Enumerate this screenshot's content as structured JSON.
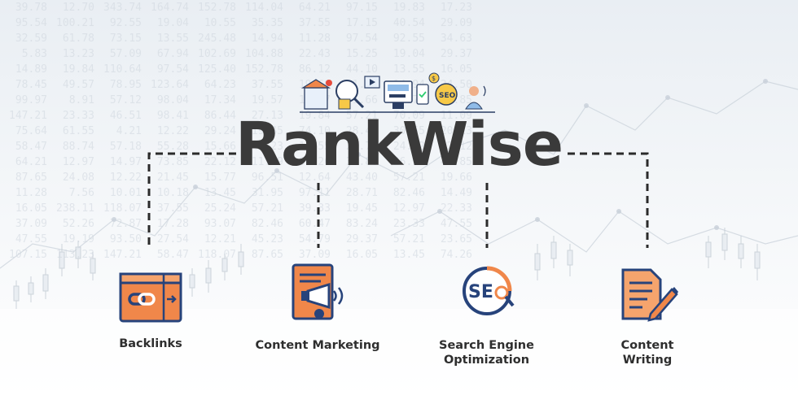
{
  "brand": {
    "title": "RankWise"
  },
  "features": [
    {
      "label": "Backlinks",
      "icon": "backlinks-link-icon"
    },
    {
      "label": "Content Marketing",
      "icon": "megaphone-scroll-icon"
    },
    {
      "label_line1": "Search Engine",
      "label_line2": "Optimization",
      "icon": "seo-magnifier-icon"
    },
    {
      "label": "Content Writing",
      "icon": "document-pen-icon"
    }
  ],
  "background_numbers": [
    [
      "39.78",
      "12.70",
      "343.74",
      "164.74",
      "152.78",
      "114.04",
      "64.21",
      "97.15",
      "19.83",
      "17.23"
    ],
    [
      "95.54",
      "100.21",
      "92.55",
      "19.04",
      "10.55",
      "35.35",
      "37.55",
      "17.15",
      "40.54",
      "29.09"
    ],
    [
      "32.59",
      "61.78",
      "73.15",
      "13.55",
      "245.48",
      "14.94",
      "11.28",
      "97.54",
      "92.55",
      "34.63"
    ],
    [
      "5.83",
      "13.23",
      "57.09",
      "67.94",
      "102.69",
      "104.88",
      "22.43",
      "15.25",
      "19.04",
      "29.37"
    ],
    [
      "14.89",
      "19.84",
      "110.64",
      "97.54",
      "125.40",
      "152.78",
      "86.12",
      "44.10",
      "13.55",
      "16.05"
    ],
    [
      "78.45",
      "49.57",
      "78.95",
      "123.64",
      "64.23",
      "37.55",
      "19.66",
      "21.42",
      "14.94",
      "24.50"
    ],
    [
      "99.97",
      "8.91",
      "57.12",
      "98.04",
      "17.34",
      "19.57",
      "16.87",
      "31.66",
      "22.70",
      "35.85"
    ],
    [
      "147.21",
      "23.33",
      "46.51",
      "98.41",
      "86.44",
      "27.13",
      "19.84",
      "57.21",
      "70.09",
      "11.09"
    ],
    [
      "75.64",
      "61.55",
      "4.21",
      "12.22",
      "29.24",
      "19.45",
      "74.10",
      "28.49",
      "30.55",
      "20.13"
    ],
    [
      "58.47",
      "88.74",
      "57.18",
      "55.28",
      "15.66",
      "49.23",
      "13.55",
      "22.71",
      "24.92",
      "32.12"
    ],
    [
      "64.21",
      "12.97",
      "14.97",
      "73.85",
      "22.12",
      "11.09",
      "80.26",
      "33.88",
      "26.15",
      "43.85"
    ],
    [
      "87.65",
      "24.08",
      "12.22",
      "21.45",
      "15.77",
      "96.51",
      "12.64",
      "43.40",
      "57.21",
      "19.66"
    ],
    [
      "11.28",
      "7.56",
      "10.01",
      "10.18",
      "13.45",
      "31.95",
      "97.11",
      "28.71",
      "82.46",
      "14.49"
    ],
    [
      "16.05",
      "238.11",
      "118.07",
      "37.55",
      "25.24",
      "57.21",
      "39.33",
      "19.45",
      "12.97",
      "22.33"
    ],
    [
      "37.09",
      "52.26",
      "72.87",
      "17.28",
      "93.07",
      "82.46",
      "60.47",
      "83.24",
      "23.33",
      "47.55"
    ],
    [
      "47.55",
      "19.19",
      "93.50",
      "27.54",
      "12.21",
      "45.23",
      "54.79",
      "29.37",
      "57.21",
      "23.65"
    ],
    [
      "107.15",
      "113.23",
      "147.21",
      "58.47",
      "118.07",
      "87.65",
      "37.09",
      "16.05",
      "13.45",
      "74.26"
    ]
  ],
  "colors": {
    "title": "#3a3a3a",
    "accent_orange": "#f0874a",
    "accent_navy": "#27437b",
    "dash": "#2b2b2b"
  }
}
